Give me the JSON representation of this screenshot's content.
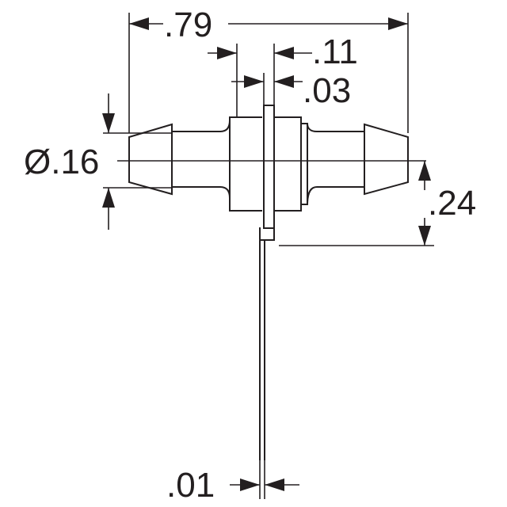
{
  "dimensions": {
    "overall_length": ".79",
    "flange_width": ".11",
    "slot_width": ".03",
    "barb_diameter": "Ø.16",
    "lead_offset": ".24",
    "lead_thickness": ".01"
  },
  "colors": {
    "line": "#231f20",
    "background": "#ffffff"
  }
}
